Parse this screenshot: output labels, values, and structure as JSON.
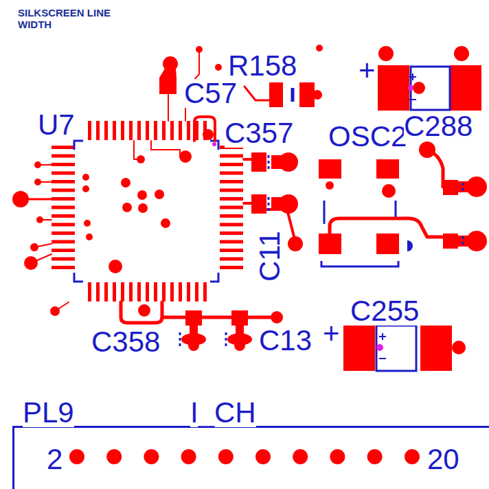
{
  "diagram": {
    "title": "SILKSCREEN LINE WIDTH",
    "nodes": [
      {
        "text": [
          "PL9",
          "I_CH",
          "2",
          "20"
        ]
      }
    ],
    "labels": [
      "R158",
      "+",
      "C57",
      "U7",
      "C357",
      "OSC2",
      "C288",
      "C11",
      "C255",
      "+",
      "C358",
      "C13"
    ]
  }
}
